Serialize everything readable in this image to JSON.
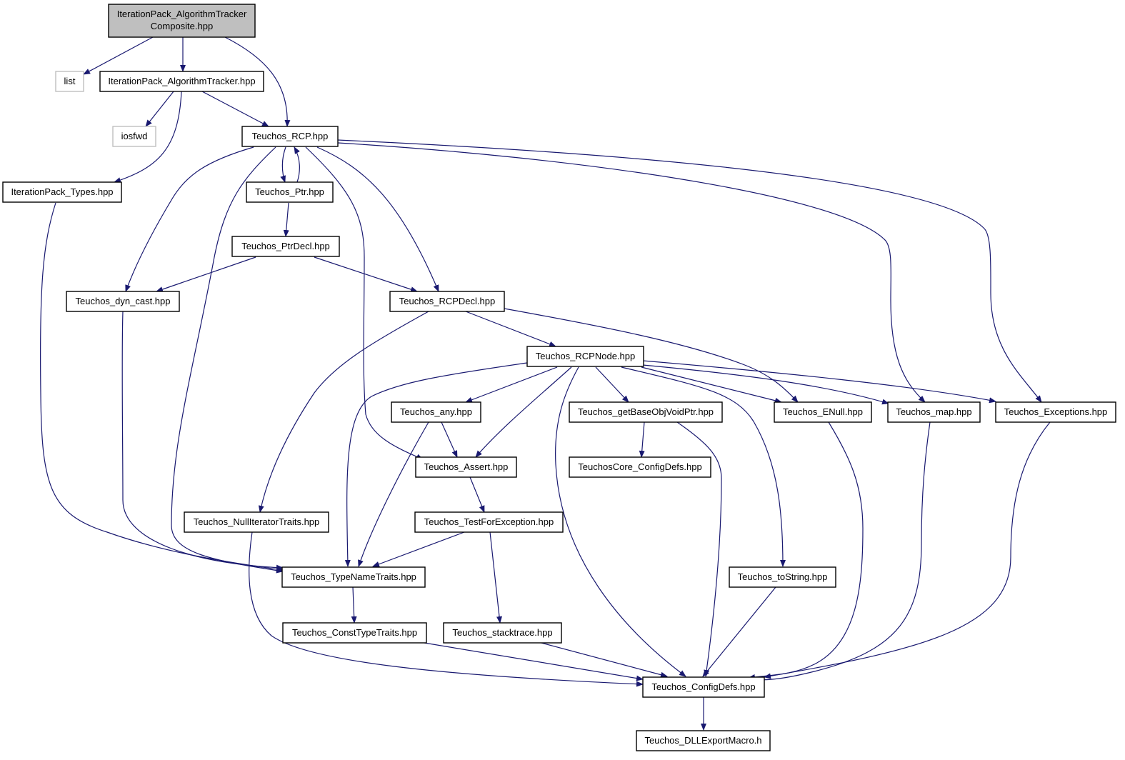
{
  "diagram": {
    "nodes": {
      "root": {
        "lines": [
          "IterationPack_AlgorithmTracker",
          "Composite.hpp"
        ]
      },
      "list": {
        "lines": [
          "list"
        ]
      },
      "algtracker": {
        "lines": [
          "IterationPack_AlgorithmTracker.hpp"
        ]
      },
      "iosfwd": {
        "lines": [
          "iosfwd"
        ]
      },
      "rcp": {
        "lines": [
          "Teuchos_RCP.hpp"
        ]
      },
      "iptypes": {
        "lines": [
          "IterationPack_Types.hpp"
        ]
      },
      "ptr": {
        "lines": [
          "Teuchos_Ptr.hpp"
        ]
      },
      "ptrdecl": {
        "lines": [
          "Teuchos_PtrDecl.hpp"
        ]
      },
      "dyncast": {
        "lines": [
          "Teuchos_dyn_cast.hpp"
        ]
      },
      "rcpdecl": {
        "lines": [
          "Teuchos_RCPDecl.hpp"
        ]
      },
      "rcpnode": {
        "lines": [
          "Teuchos_RCPNode.hpp"
        ]
      },
      "any": {
        "lines": [
          "Teuchos_any.hpp"
        ]
      },
      "getbase": {
        "lines": [
          "Teuchos_getBaseObjVoidPtr.hpp"
        ]
      },
      "enull": {
        "lines": [
          "Teuchos_ENull.hpp"
        ]
      },
      "map": {
        "lines": [
          "Teuchos_map.hpp"
        ]
      },
      "exceptions": {
        "lines": [
          "Teuchos_Exceptions.hpp"
        ]
      },
      "assert": {
        "lines": [
          "Teuchos_Assert.hpp"
        ]
      },
      "coreconfig": {
        "lines": [
          "TeuchosCore_ConfigDefs.hpp"
        ]
      },
      "nulliter": {
        "lines": [
          "Teuchos_NullIteratorTraits.hpp"
        ]
      },
      "testfor": {
        "lines": [
          "Teuchos_TestForException.hpp"
        ]
      },
      "typename": {
        "lines": [
          "Teuchos_TypeNameTraits.hpp"
        ]
      },
      "tostring": {
        "lines": [
          "Teuchos_toString.hpp"
        ]
      },
      "consttype": {
        "lines": [
          "Teuchos_ConstTypeTraits.hpp"
        ]
      },
      "stacktrace": {
        "lines": [
          "Teuchos_stacktrace.hpp"
        ]
      },
      "configdefs": {
        "lines": [
          "Teuchos_ConfigDefs.hpp"
        ]
      },
      "dllexport": {
        "lines": [
          "Teuchos_DLLExportMacro.h"
        ]
      }
    },
    "edges": [
      [
        "root",
        "list"
      ],
      [
        "root",
        "algtracker"
      ],
      [
        "root",
        "rcp"
      ],
      [
        "algtracker",
        "iosfwd"
      ],
      [
        "algtracker",
        "rcp"
      ],
      [
        "algtracker",
        "iptypes"
      ],
      [
        "iptypes",
        "typename"
      ],
      [
        "rcp",
        "ptr"
      ],
      [
        "ptr",
        "rcp"
      ],
      [
        "rcp",
        "dyncast"
      ],
      [
        "rcp",
        "typename"
      ],
      [
        "rcp",
        "assert"
      ],
      [
        "rcp",
        "rcpdecl"
      ],
      [
        "rcp",
        "map"
      ],
      [
        "rcp",
        "exceptions"
      ],
      [
        "ptr",
        "ptrdecl"
      ],
      [
        "ptrdecl",
        "dyncast"
      ],
      [
        "ptrdecl",
        "rcpdecl"
      ],
      [
        "dyncast",
        "typename"
      ],
      [
        "rcpdecl",
        "nulliter"
      ],
      [
        "rcpdecl",
        "rcpnode"
      ],
      [
        "rcpdecl",
        "enull"
      ],
      [
        "rcpnode",
        "typename"
      ],
      [
        "rcpnode",
        "any"
      ],
      [
        "rcpnode",
        "assert"
      ],
      [
        "rcpnode",
        "configdefs"
      ],
      [
        "rcpnode",
        "getbase"
      ],
      [
        "rcpnode",
        "tostring"
      ],
      [
        "rcpnode",
        "enull"
      ],
      [
        "rcpnode",
        "map"
      ],
      [
        "rcpnode",
        "exceptions"
      ],
      [
        "any",
        "assert"
      ],
      [
        "any",
        "typename"
      ],
      [
        "getbase",
        "coreconfig"
      ],
      [
        "getbase",
        "configdefs"
      ],
      [
        "enull",
        "configdefs"
      ],
      [
        "map",
        "configdefs"
      ],
      [
        "exceptions",
        "configdefs"
      ],
      [
        "assert",
        "testfor"
      ],
      [
        "testfor",
        "typename"
      ],
      [
        "testfor",
        "stacktrace"
      ],
      [
        "nulliter",
        "configdefs"
      ],
      [
        "typename",
        "consttype"
      ],
      [
        "tostring",
        "configdefs"
      ],
      [
        "consttype",
        "configdefs"
      ],
      [
        "stacktrace",
        "configdefs"
      ],
      [
        "configdefs",
        "dllexport"
      ]
    ]
  }
}
